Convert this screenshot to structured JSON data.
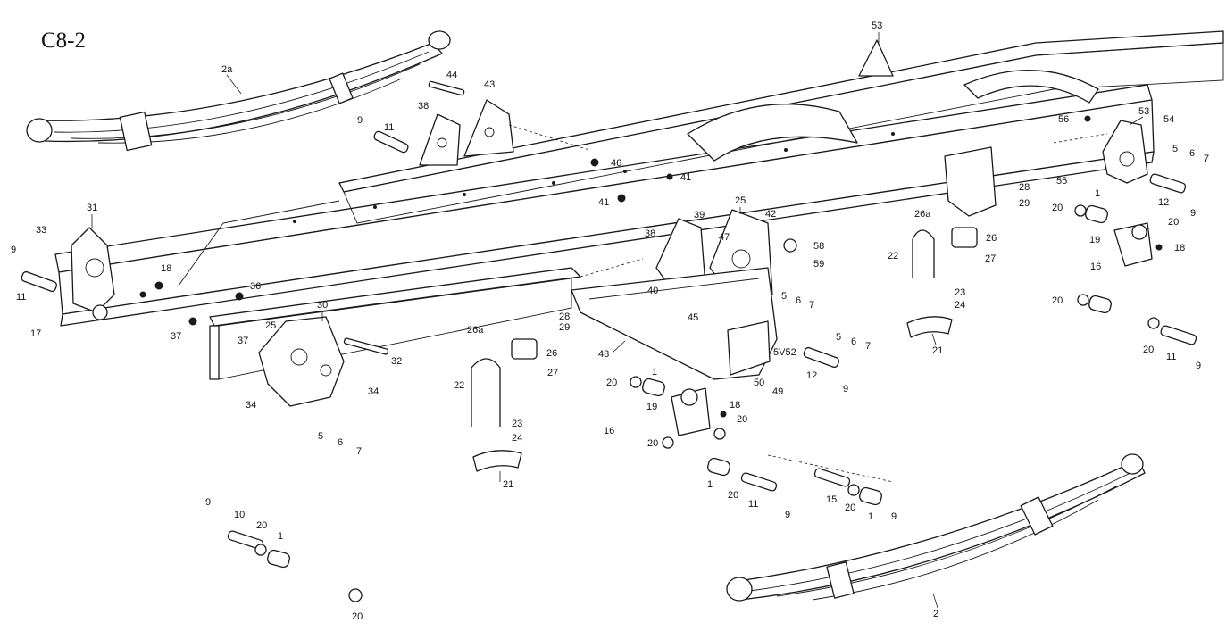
{
  "title": "C8-2",
  "colors": {
    "line": "#1a1a1a",
    "background": "#ffffff"
  },
  "callouts": [
    {
      "id": "c1",
      "text": "2a"
    },
    {
      "id": "c2",
      "text": "9"
    },
    {
      "id": "c3",
      "text": "11"
    },
    {
      "id": "c4",
      "text": "44"
    },
    {
      "id": "c5",
      "text": "43"
    },
    {
      "id": "c6",
      "text": "38"
    },
    {
      "id": "c7",
      "text": "46"
    },
    {
      "id": "c8",
      "text": "41"
    },
    {
      "id": "c9",
      "text": "41"
    },
    {
      "id": "c10",
      "text": "53"
    },
    {
      "id": "c11",
      "text": "56"
    },
    {
      "id": "c12",
      "text": "53"
    },
    {
      "id": "c13",
      "text": "54"
    },
    {
      "id": "c14",
      "text": "5"
    },
    {
      "id": "c15",
      "text": "6"
    },
    {
      "id": "c16",
      "text": "7"
    },
    {
      "id": "c17",
      "text": "55"
    },
    {
      "id": "c18",
      "text": "28"
    },
    {
      "id": "c19",
      "text": "29"
    },
    {
      "id": "c20",
      "text": "26a"
    },
    {
      "id": "c21",
      "text": "1"
    },
    {
      "id": "c22",
      "text": "12"
    },
    {
      "id": "c23",
      "text": "9"
    },
    {
      "id": "c24",
      "text": "20"
    },
    {
      "id": "c25",
      "text": "19"
    },
    {
      "id": "c26",
      "text": "20"
    },
    {
      "id": "c27",
      "text": "18"
    },
    {
      "id": "c28",
      "text": "16"
    },
    {
      "id": "c29",
      "text": "20"
    },
    {
      "id": "c30",
      "text": "22"
    },
    {
      "id": "c31",
      "text": "26"
    },
    {
      "id": "c32",
      "text": "27"
    },
    {
      "id": "c33",
      "text": "23"
    },
    {
      "id": "c34",
      "text": "24"
    },
    {
      "id": "c35",
      "text": "21"
    },
    {
      "id": "c36",
      "text": "20"
    },
    {
      "id": "c37",
      "text": "11"
    },
    {
      "id": "c38",
      "text": "9"
    },
    {
      "id": "c39",
      "text": "31"
    },
    {
      "id": "c40",
      "text": "33"
    },
    {
      "id": "c41",
      "text": "9"
    },
    {
      "id": "c42",
      "text": "11"
    },
    {
      "id": "c43",
      "text": "17"
    },
    {
      "id": "c44",
      "text": "18"
    },
    {
      "id": "c45",
      "text": "37"
    },
    {
      "id": "c46",
      "text": "36"
    },
    {
      "id": "c47",
      "text": "25"
    },
    {
      "id": "c48",
      "text": "39"
    },
    {
      "id": "c49",
      "text": "38"
    },
    {
      "id": "c50",
      "text": "47"
    },
    {
      "id": "c51",
      "text": "42"
    },
    {
      "id": "c52",
      "text": "58"
    },
    {
      "id": "c53",
      "text": "59"
    },
    {
      "id": "c54",
      "text": "40"
    },
    {
      "id": "c55",
      "text": "45"
    },
    {
      "id": "c56",
      "text": "5"
    },
    {
      "id": "c57",
      "text": "6"
    },
    {
      "id": "c58",
      "text": "7"
    },
    {
      "id": "c59",
      "text": "26a"
    },
    {
      "id": "c60",
      "text": "28"
    },
    {
      "id": "c61",
      "text": "29"
    },
    {
      "id": "c62",
      "text": "26"
    },
    {
      "id": "c63",
      "text": "27"
    },
    {
      "id": "c64",
      "text": "48"
    },
    {
      "id": "c65",
      "text": "5V52"
    },
    {
      "id": "c66",
      "text": "50"
    },
    {
      "id": "c67",
      "text": "49"
    },
    {
      "id": "c68",
      "text": "12"
    },
    {
      "id": "c69",
      "text": "9"
    },
    {
      "id": "c70",
      "text": "5"
    },
    {
      "id": "c71",
      "text": "6"
    },
    {
      "id": "c72",
      "text": "7"
    },
    {
      "id": "c73",
      "text": "25"
    },
    {
      "id": "c74",
      "text": "30"
    },
    {
      "id": "c75",
      "text": "37"
    },
    {
      "id": "c76",
      "text": "32"
    },
    {
      "id": "c77",
      "text": "34"
    },
    {
      "id": "c78",
      "text": "34"
    },
    {
      "id": "c79",
      "text": "5"
    },
    {
      "id": "c80",
      "text": "6"
    },
    {
      "id": "c81",
      "text": "7"
    },
    {
      "id": "c82",
      "text": "22"
    },
    {
      "id": "c83",
      "text": "23"
    },
    {
      "id": "c84",
      "text": "24"
    },
    {
      "id": "c85",
      "text": "21"
    },
    {
      "id": "c86",
      "text": "20"
    },
    {
      "id": "c87",
      "text": "1"
    },
    {
      "id": "c88",
      "text": "19"
    },
    {
      "id": "c89",
      "text": "18"
    },
    {
      "id": "c90",
      "text": "20"
    },
    {
      "id": "c91",
      "text": "16"
    },
    {
      "id": "c92",
      "text": "20"
    },
    {
      "id": "c93",
      "text": "1"
    },
    {
      "id": "c94",
      "text": "20"
    },
    {
      "id": "c95",
      "text": "11"
    },
    {
      "id": "c96",
      "text": "9"
    },
    {
      "id": "c97",
      "text": "15"
    },
    {
      "id": "c98",
      "text": "20"
    },
    {
      "id": "c99",
      "text": "1"
    },
    {
      "id": "c100",
      "text": "9"
    },
    {
      "id": "c101",
      "text": "9"
    },
    {
      "id": "c102",
      "text": "10"
    },
    {
      "id": "c103",
      "text": "20"
    },
    {
      "id": "c104",
      "text": "1"
    },
    {
      "id": "c105",
      "text": "20"
    },
    {
      "id": "c106",
      "text": "2"
    }
  ]
}
